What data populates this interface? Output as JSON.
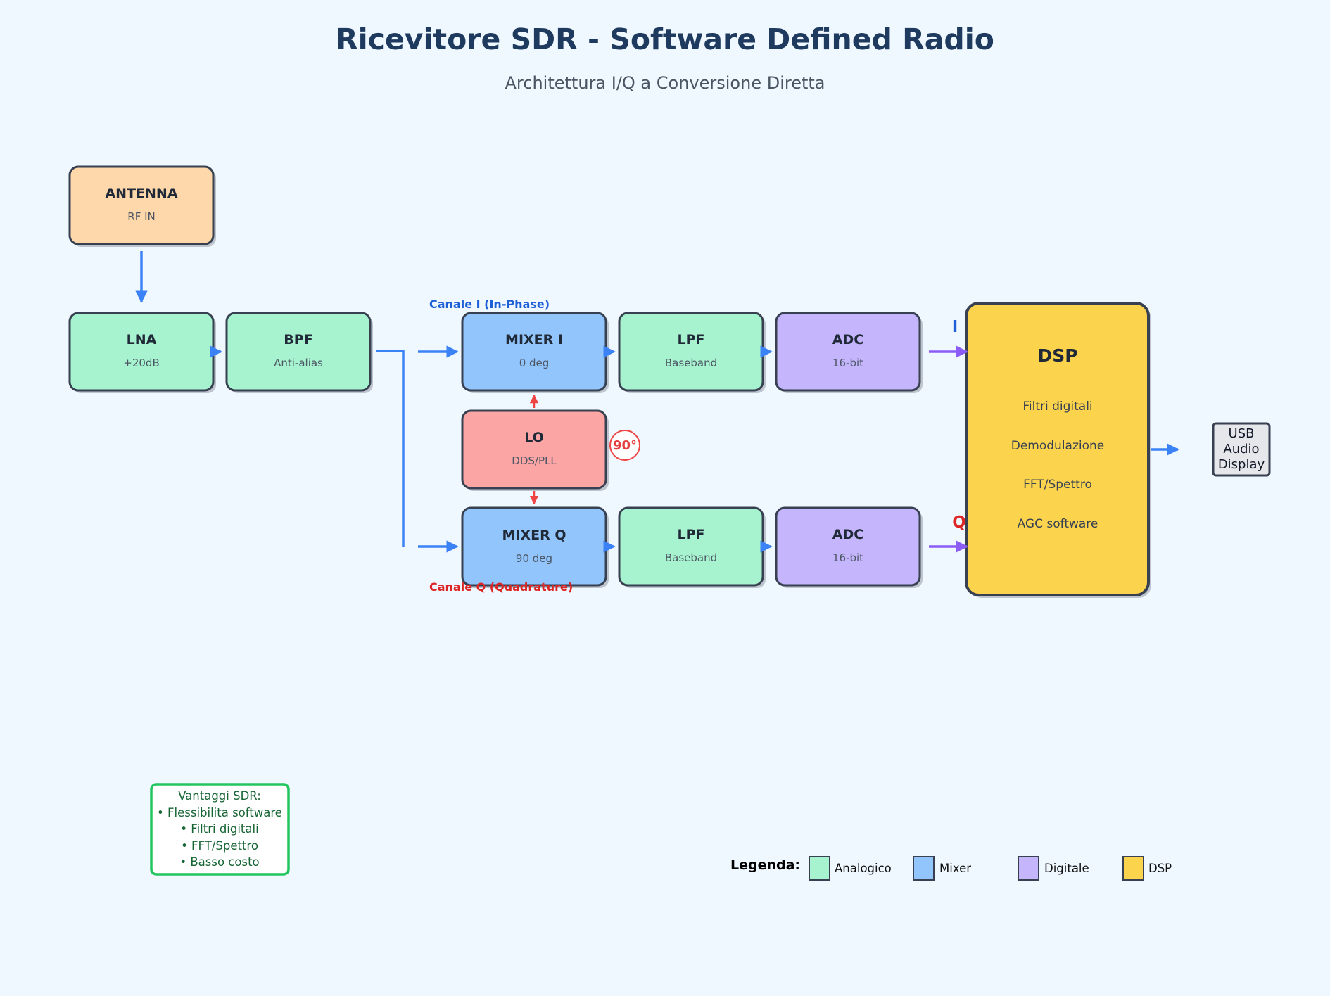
{
  "title": "Ricevitore SDR - Software Defined Radio",
  "subtitle": "Architettura I/Q a Conversione Diretta",
  "colors": {
    "analog": "#a7f3d0",
    "mixer": "#93c5fd",
    "digital": "#c4b5fd",
    "dsp": "#fcd34d",
    "antenna": "#fed7aa",
    "lo": "#fca5a5",
    "signal_arrow": "#3b82f6",
    "digital_arrow": "#8b5cf6",
    "lo_arrow": "#ef4444",
    "channel_i": "#1d5fd6",
    "channel_q": "#dc2626",
    "border": "#374151"
  },
  "blocks": {
    "antenna": {
      "label": "ANTENNA",
      "sub": "RF IN"
    },
    "lna": {
      "label": "LNA",
      "sub": "+20dB"
    },
    "bpf": {
      "label": "BPF",
      "sub": "Anti-alias"
    },
    "mixer_i": {
      "label": "MIXER I",
      "sub": "0 deg"
    },
    "lpf_i": {
      "label": "LPF",
      "sub": "Baseband"
    },
    "adc_i": {
      "label": "ADC",
      "sub": "16-bit"
    },
    "lo": {
      "label": "LO",
      "sub": "DDS/PLL"
    },
    "mixer_q": {
      "label": "MIXER Q",
      "sub": "90 deg"
    },
    "lpf_q": {
      "label": "LPF",
      "sub": "Baseband"
    },
    "adc_q": {
      "label": "ADC",
      "sub": "16-bit"
    }
  },
  "phase_shift": "90°",
  "channels": {
    "i_label": "Canale I (In-Phase)",
    "q_label": "Canale Q (Quadrature)",
    "i_marker": "I",
    "q_marker": "Q"
  },
  "dsp": {
    "title": "DSP",
    "items": [
      "Filtri digitali",
      "Demodulazione",
      "FFT/Spettro",
      "AGC software"
    ]
  },
  "output": {
    "lines": [
      "USB",
      "Audio",
      "Display"
    ]
  },
  "advantages": {
    "title": "Vantaggi SDR:",
    "items": [
      "• Flessibilita software",
      "• Filtri digitali",
      "• FFT/Spettro",
      "• Basso costo"
    ]
  },
  "legend": {
    "title": "Legenda:",
    "items": [
      {
        "label": "Analogico",
        "color": "#a7f3d0"
      },
      {
        "label": "Mixer",
        "color": "#93c5fd"
      },
      {
        "label": "Digitale",
        "color": "#c4b5fd"
      },
      {
        "label": "DSP",
        "color": "#fcd34d"
      }
    ]
  }
}
